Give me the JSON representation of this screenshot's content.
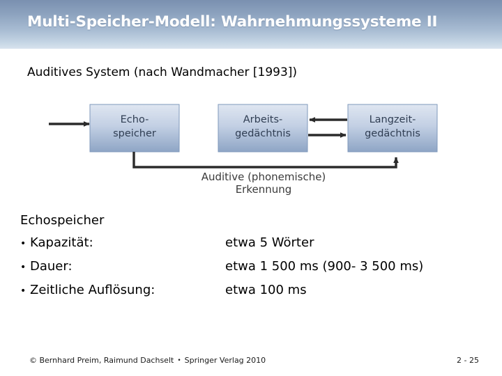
{
  "slide": {
    "title": "Multi-Speicher-Modell: Wahrnehmungssysteme II",
    "subtitle": "Auditives System (nach Wandmacher [1993])"
  },
  "diagram": {
    "boxes": [
      {
        "line1": "Echo-",
        "line2": "speicher"
      },
      {
        "line1": "Arbeits-",
        "line2": "gedächtnis"
      },
      {
        "line1": "Langzeit-",
        "line2": "gedächtnis"
      }
    ],
    "path_label": {
      "line1": "Auditive (phonemische)",
      "line2": "Erkennung"
    },
    "colors": {
      "box_top": "#dde4f0",
      "box_bottom": "#8fa6c6",
      "box_border": "#7e97ba",
      "connector": "#333333"
    }
  },
  "content": {
    "heading": "Echospeicher",
    "bullet_glyph": "•",
    "rows": [
      {
        "label": "Kapazität:",
        "value": "etwa 5 Wörter"
      },
      {
        "label": "Dauer:",
        "value": "etwa 1 500 ms (900- 3 500 ms)"
      },
      {
        "label": "Zeitliche Auflösung:",
        "value": "etwa 100 ms"
      }
    ]
  },
  "footer": {
    "credit_left": "© Bernhard Preim, Raimund Dachselt",
    "separator": "•",
    "credit_right": "Springer Verlag 2010",
    "page": "2 - 25"
  }
}
